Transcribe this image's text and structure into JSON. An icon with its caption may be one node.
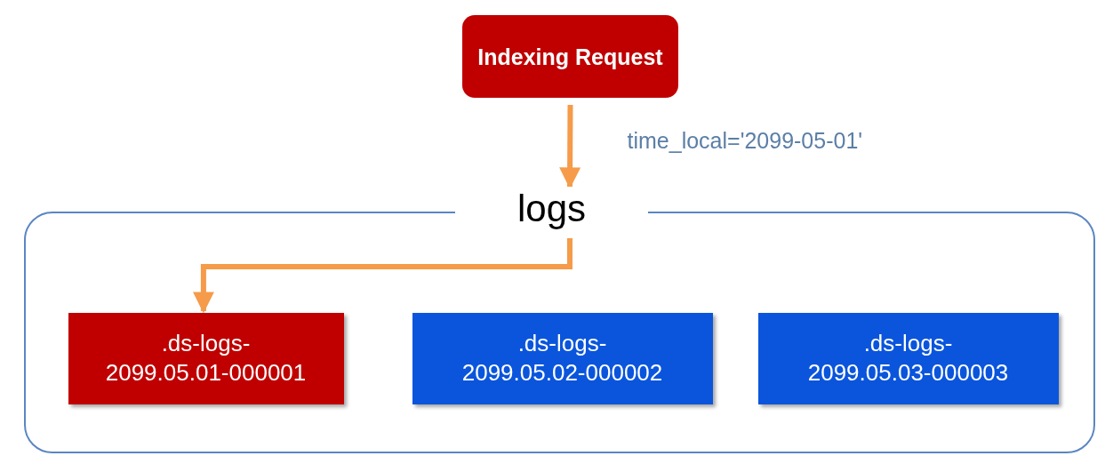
{
  "diagram": {
    "nodes": [
      {
        "text": [
          "Indexing Request"
        ]
      },
      {
        "text": [
          "logs"
        ]
      },
      {
        "text": [
          ".ds-logs- 2099.05.01-000001"
        ],
        "in": 1
      },
      {
        "text": [
          ".ds-logs- 2099.05.02-000002"
        ],
        "in": 1
      },
      {
        "text": [
          ".ds-logs- 2099.05.03-000003"
        ],
        "in": 1
      }
    ],
    "edges": [
      {
        "from": 0,
        "to": 1,
        "arrow": "to",
        "label": "time_local='2099-05-01'"
      },
      {
        "from": 1,
        "to": 2,
        "arrow": "to"
      }
    ]
  }
}
